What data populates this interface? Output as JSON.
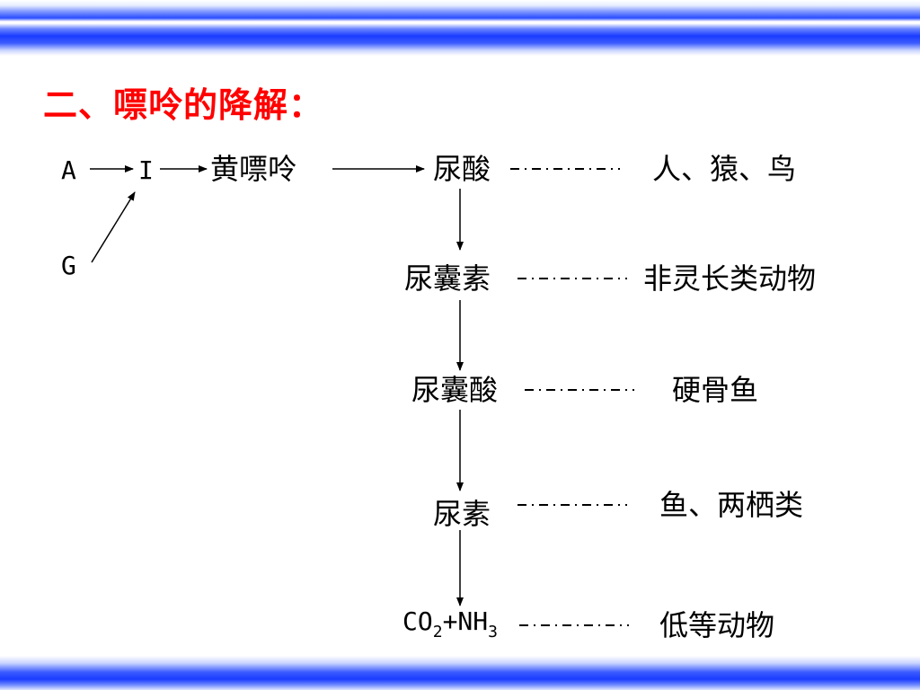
{
  "title": "二、嘌呤的降解：",
  "nodes": {
    "a": "A",
    "i": "I",
    "g": "G",
    "xanthine": "黄嘌呤",
    "uric_acid": "尿酸",
    "allantoin": "尿囊素",
    "allantoic_acid": "尿囊酸",
    "urea": "尿素",
    "co2_nh3": {
      "co": "CO",
      "sub2": "2",
      "plus_nh": "+NH",
      "sub3": "3"
    }
  },
  "organisms": {
    "uric_acid": "人、猿、鸟",
    "allantoin": "非灵长类动物",
    "allantoic_acid": "硬骨鱼",
    "urea": "鱼、两栖类",
    "co2_nh3": "低等动物"
  },
  "colors": {
    "title": "#ff0000",
    "band": "#1a3cff"
  }
}
